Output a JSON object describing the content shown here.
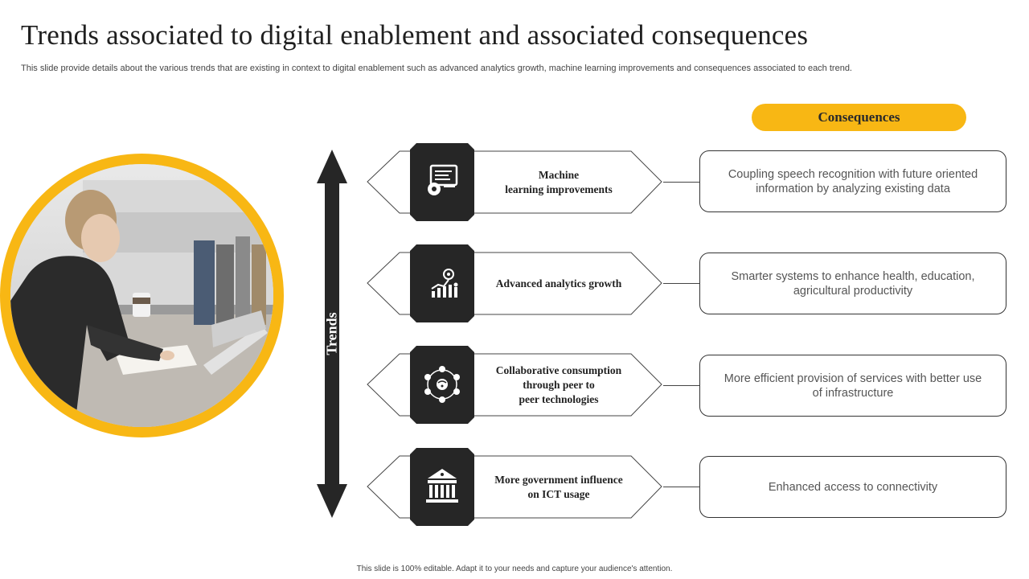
{
  "title": "Trends associated to digital enablement and associated consequences",
  "subtitle": "This slide provide details about the various trends that are existing in context to digital enablement such as advanced analytics growth, machine learning improvements and consequences associated to each trend.",
  "axis_label": "Trends",
  "consequences_header": "Consequences",
  "trends": [
    {
      "label": "Machine\nlearning improvements",
      "icon": "machine-learning-icon",
      "consequence": "Coupling speech recognition with future oriented information by analyzing existing data"
    },
    {
      "label": "Advanced analytics growth",
      "icon": "analytics-growth-icon",
      "consequence": "Smarter systems to enhance health, education, agricultural productivity"
    },
    {
      "label": "Collaborative consumption\nthrough peer to\npeer technologies",
      "icon": "network-nodes-icon",
      "consequence": "More efficient provision of services with better use of infrastructure"
    },
    {
      "label": "More government influence\non ICT usage",
      "icon": "government-building-icon",
      "consequence": "Enhanced access to connectivity"
    }
  ],
  "footer": "This slide is 100% editable. Adapt it to your needs and capture your audience's attention.",
  "colors": {
    "accent": "#F8B714",
    "dark": "#262626",
    "text": "#222222"
  }
}
